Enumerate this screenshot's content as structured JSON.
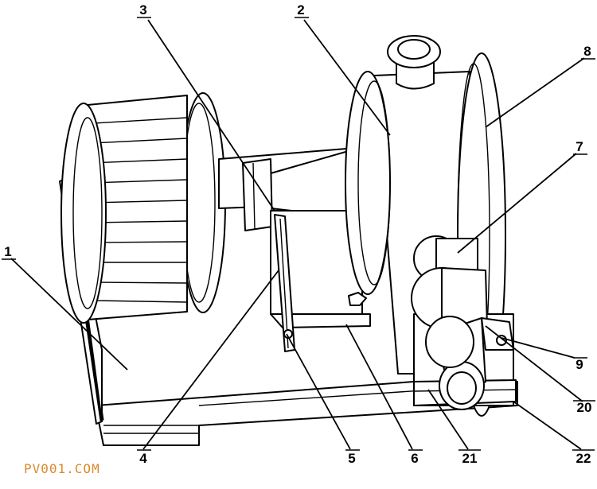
{
  "callouts": [
    {
      "label": "1"
    },
    {
      "label": "2"
    },
    {
      "label": "3"
    },
    {
      "label": "4"
    },
    {
      "label": "5"
    },
    {
      "label": "6"
    },
    {
      "label": "7"
    },
    {
      "label": "8"
    },
    {
      "label": "9"
    },
    {
      "label": "20"
    },
    {
      "label": "21"
    },
    {
      "label": "22"
    }
  ],
  "watermark": "PV001.COM"
}
